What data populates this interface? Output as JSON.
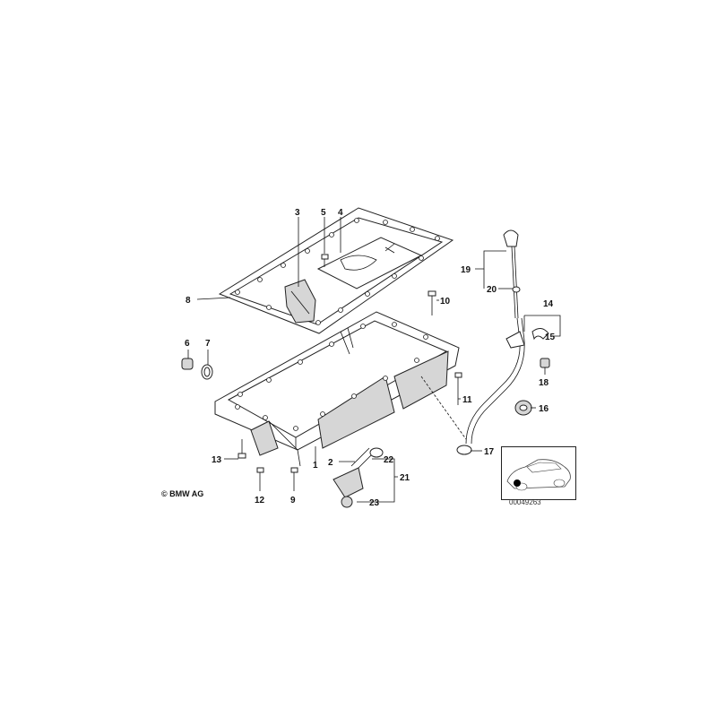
{
  "diagram": {
    "callouts": {
      "c1": "1",
      "c2": "2",
      "c3": "3",
      "c4": "4",
      "c5": "5",
      "c6": "6",
      "c7": "7",
      "c8": "8",
      "c9": "9",
      "c10": "10",
      "c11": "11",
      "c12": "12",
      "c13": "13",
      "c14": "14",
      "c15": "15",
      "c16": "16",
      "c17": "17",
      "c18": "18",
      "c19": "19",
      "c20": "20",
      "c21": "21",
      "c22": "22",
      "c23": "23"
    },
    "copyright": "© BMW AG",
    "reference_number": "00049263"
  }
}
